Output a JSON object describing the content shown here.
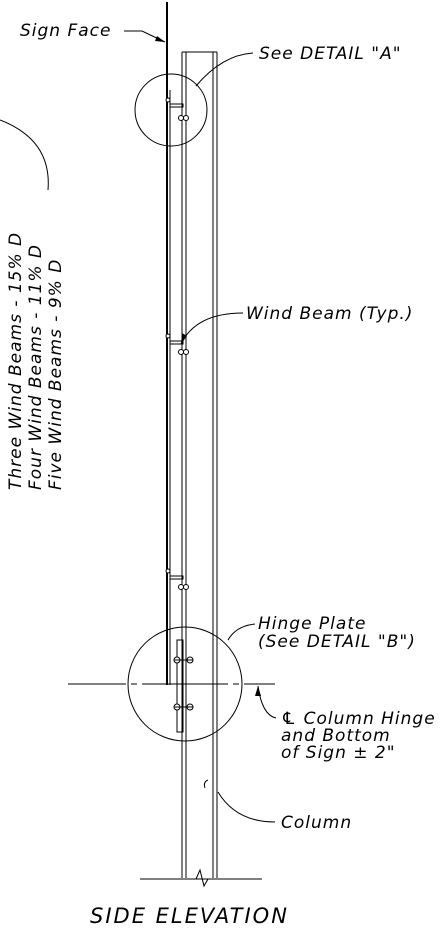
{
  "labels": {
    "sign_face": "Sign Face",
    "detail_a": "See DETAIL \"A\"",
    "wind_beam": "Wind Beam (Typ.)",
    "hinge_plate_1": "Hinge Plate",
    "hinge_plate_2": "(See DETAIL \"B\")",
    "col_hinge_1": "℄ Column Hinge",
    "col_hinge_2": "and Bottom",
    "col_hinge_3": "of Sign ± 2\"",
    "column": "Column"
  },
  "beam_notes": [
    "Three Wind Beams - 15% D",
    "Four Wind Beams  - 11% D",
    "Five Wind Beams  - 9% D"
  ],
  "title": "SIDE ELEVATION"
}
